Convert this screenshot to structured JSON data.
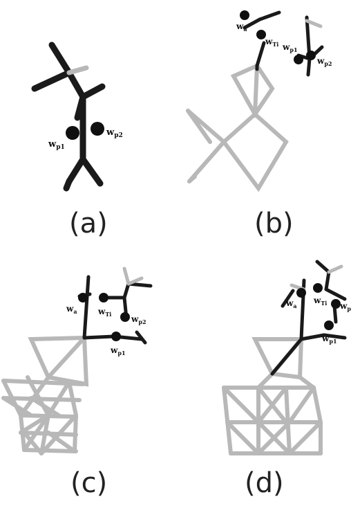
{
  "panels": [
    {
      "caption": "(a)",
      "labels": {
        "wp1": [
          "w",
          "p1"
        ],
        "wp2": [
          "w",
          "p2"
        ]
      }
    },
    {
      "caption": "(b)",
      "labels": {
        "wa": [
          "w",
          "a"
        ],
        "wti": [
          "w",
          "Ti"
        ],
        "wp1": [
          "w",
          "p1"
        ],
        "wp2": [
          "w",
          "p2"
        ]
      }
    },
    {
      "caption": "(c)",
      "labels": {
        "wa": [
          "w",
          "a"
        ],
        "wti": [
          "w",
          "Ti"
        ],
        "wp1": [
          "w",
          "p1"
        ],
        "wp2": [
          "w",
          "p2"
        ]
      }
    },
    {
      "caption": "(d)",
      "labels": {
        "wa": [
          "w",
          "a"
        ],
        "wti": [
          "w",
          "Ti"
        ],
        "wp1": [
          "w",
          "p1"
        ],
        "wp2": [
          "w",
          "p"
        ]
      }
    }
  ],
  "colors": {
    "bond_dark": "#1a1a1a",
    "bond_light": "#b8b8b8",
    "water_atom": "#101010"
  }
}
